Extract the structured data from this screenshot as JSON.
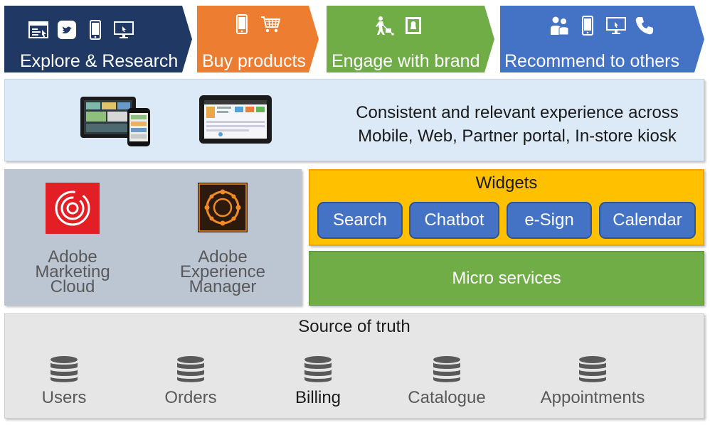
{
  "journey": {
    "stages": [
      {
        "label": "Explore & Research",
        "color": "#203864",
        "icons": [
          "browser-icon",
          "twitter-icon",
          "mobile-icon",
          "monitor-icon"
        ]
      },
      {
        "label": "Buy products",
        "color": "#ed7d31",
        "icons": [
          "mobile-icon",
          "cart-icon"
        ]
      },
      {
        "label": "Engage with brand",
        "color": "#70ad47",
        "icons": [
          "delivery-person-icon",
          "stamp-icon"
        ]
      },
      {
        "label": "Recommend to others",
        "color": "#4472c4",
        "icons": [
          "people-icon",
          "mobile-icon",
          "monitor-icon",
          "phone-icon"
        ]
      }
    ]
  },
  "channels": {
    "line1": "Consistent and relevant experience across",
    "line2": "Mobile, Web,  Partner portal, In-store kiosk",
    "images": [
      "tablet-and-phone-image",
      "tablet-image"
    ]
  },
  "adobe": {
    "products": [
      {
        "lines": [
          "Adobe",
          "Marketing",
          "Cloud"
        ],
        "logo": "adobe-marketing-cloud-logo"
      },
      {
        "lines": [
          "Adobe",
          "Experience",
          "Manager"
        ],
        "logo": "adobe-experience-manager-logo"
      }
    ]
  },
  "widgets": {
    "title": "Widgets",
    "items": [
      "Search",
      "Chatbot",
      "e-Sign",
      "Calendar"
    ]
  },
  "micro": {
    "label": "Micro services"
  },
  "truth": {
    "title": "Source of truth",
    "stores": [
      "Users",
      "Orders",
      "Billing",
      "Catalogue",
      "Appointments"
    ]
  },
  "colors": {
    "channels_bg": "#dce9f7",
    "adobe_bg": "#bcc6d3",
    "widgets_bg": "#ffc000",
    "widget_button": "#4472c4",
    "micro_bg": "#70ad47",
    "truth_bg": "#e7e6e6",
    "database_icon": "#595959"
  }
}
